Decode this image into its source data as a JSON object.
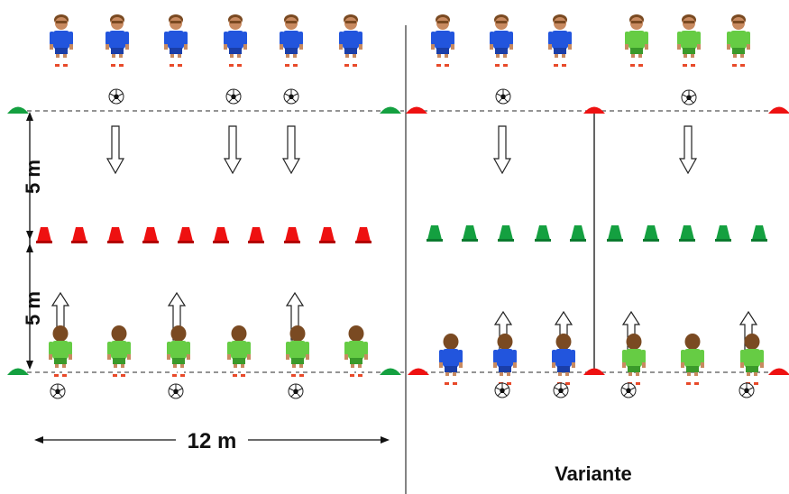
{
  "labels": {
    "dim_top": "5 m",
    "dim_bottom": "5 m",
    "width": "12 m",
    "variant": "Variante"
  },
  "colors": {
    "blue_jersey": "#2255dd",
    "green_jersey": "#66cc44",
    "red_cone": "#ee1111",
    "green_cone": "#14a040",
    "skin": "#c88a60",
    "hair": "#7a4a22"
  },
  "icons": [
    "player-icon",
    "ball-icon",
    "cone-icon",
    "marker-icon",
    "arrow-icon"
  ]
}
